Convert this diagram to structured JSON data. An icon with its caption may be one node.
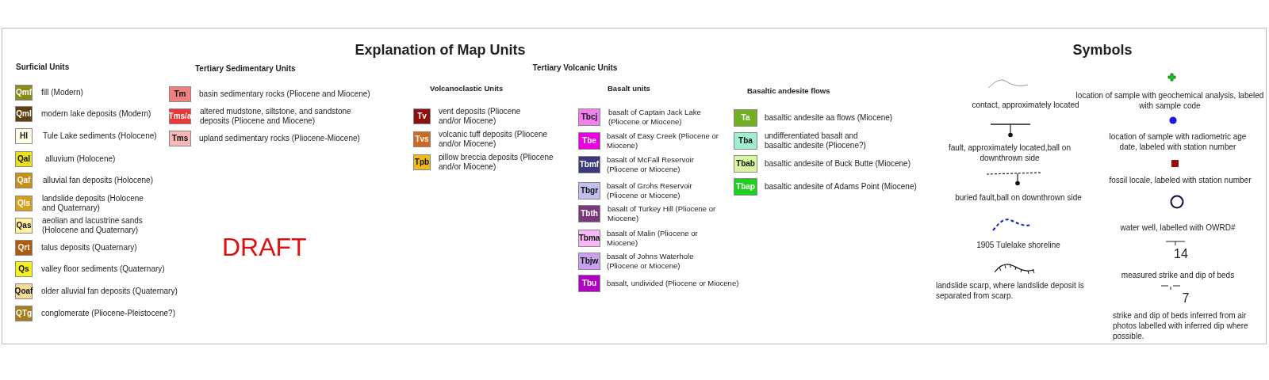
{
  "diagram": {
    "title": "Explanation of Map Units",
    "nodes": [
      {
        "text": [
          "Qmf"
        ],
        "beside": [
          "fill (Modern)"
        ]
      },
      {
        "text": [
          "Qml"
        ],
        "beside": [
          "modern lake deposits (Modern)"
        ]
      },
      {
        "text": [
          "Hl"
        ],
        "beside": [
          "Tule Lake sediments (Holocene)"
        ]
      },
      {
        "text": [
          "Qal"
        ],
        "beside": [
          "alluvium (Holocene)"
        ]
      },
      {
        "text": [
          "Qaf"
        ],
        "beside": [
          "alluvial fan deposits (Holocene)"
        ]
      },
      {
        "text": [
          "Qls"
        ],
        "beside": [
          "landslide deposits (Holocene and Quaternary)"
        ]
      },
      {
        "text": [
          "Qas"
        ],
        "beside": [
          "aeolian and lacustrine sands (Holocene and Quaternary)"
        ]
      },
      {
        "text": [
          "Qrt"
        ],
        "beside": [
          "talus deposits (Quaternary)"
        ]
      },
      {
        "text": [
          "Qs"
        ],
        "beside": [
          "valley floor sediments (Quaternary)"
        ]
      },
      {
        "text": [
          "Qoaf"
        ],
        "beside": [
          "older alluvial fan deposits (Quaternary)"
        ]
      },
      {
        "text": [
          "QTg"
        ],
        "beside": [
          "conglomerate (Pliocene-Pleistocene?)"
        ]
      },
      {
        "text": [
          "Tm"
        ],
        "beside": [
          "basin sedimentary rocks (Pliocene and Miocene)"
        ]
      },
      {
        "text": [
          "Tms/a"
        ],
        "beside": [
          "altered mudstone, siltstone, and sandstone deposits (Pliocene and Miocene)"
        ]
      },
      {
        "text": [
          "Tms"
        ],
        "beside": [
          "upland sedimentary rocks (Pliocene-Miocene)"
        ]
      },
      {
        "text": [
          "Tv"
        ],
        "beside": [
          "vent deposits (Pliocene and/or Miocene)"
        ]
      },
      {
        "text": [
          "Tvs"
        ],
        "beside": [
          "volcanic tuff deposits (Pliocene and/or Miocene)"
        ]
      },
      {
        "text": [
          "Tpb"
        ],
        "beside": [
          "pillow breccia deposits  (Pliocene and/or Miocene)"
        ]
      },
      {
        "text": [
          "Tbcj"
        ],
        "beside": [
          "basalt of Captain Jack Lake (Pliocene or Miocene)"
        ]
      },
      {
        "text": [
          "Tbe"
        ],
        "beside": [
          "basalt of Easy Creek (Pliocene or Miocene)"
        ]
      },
      {
        "text": [
          "Tbmf"
        ],
        "beside": [
          "basalt of McFall Reservoir (Pliocene or Miocene)"
        ]
      },
      {
        "text": [
          "Tbgr"
        ],
        "beside": [
          "basalt of Grohs Reservoir (Pliocene or Miocene)"
        ]
      },
      {
        "text": [
          "Tbth"
        ],
        "beside": [
          "basalt of Turkey Hill (Pliocene or Miocene)"
        ]
      },
      {
        "text": [
          "Tbma"
        ],
        "beside": [
          "basalt of Malin (Pliocene or Miocene)"
        ]
      },
      {
        "text": [
          "Tbjw"
        ],
        "beside": [
          "basalt of Johns Waterhole (Pliocene or Miocene)"
        ]
      },
      {
        "text": [
          "Tbu"
        ],
        "beside": [
          "basalt, undivided (Pliocene or Miocene)"
        ]
      },
      {
        "text": [
          "Ta"
        ],
        "beside": [
          "basaltic andesite aa flows (Miocene)"
        ]
      },
      {
        "text": [
          "Tba"
        ],
        "beside": [
          "undifferentiated basalt and basaltic andesite (Pliocene?)"
        ]
      },
      {
        "text": [
          "Tbab"
        ],
        "beside": [
          "basaltic andesite of Buck Butte (Miocene)"
        ]
      },
      {
        "text": [
          "Tbap"
        ],
        "beside": [
          "basaltic andesite of Adams Point (Miocene)"
        ]
      }
    ],
    "labels": [
      "Surficial Units",
      "Tertiary Sedimentary Units",
      "Tertiary Volcanic Units",
      "Volcanoclastic Units",
      "Basalt units",
      "Basaltic andesite flows",
      "DRAFT",
      "Symbols",
      "14",
      "7"
    ],
    "legend": [
      {
        "text": "contact, approximately located"
      },
      {
        "text": "fault, approximately located,ball on downthrown side"
      },
      {
        "text": "buried fault,ball on downthrown side"
      },
      {
        "text": "1905 Tulelake shoreline"
      },
      {
        "text": "landslide scarp, where landslide deposit is separated from scarp."
      },
      {
        "text": "location of sample with geochemical analysis, labeled with sample code"
      },
      {
        "text": "location of sample with radiometric age date, labeled with station number"
      },
      {
        "text": "fossil locale, labeled with station number"
      },
      {
        "text": "water well, labelled with OWRD#"
      },
      {
        "text": "measured strike and dip of beds"
      },
      {
        "text": "strike and dip of beds inferred from air photos labelled with inferred dip where possible."
      }
    ]
  }
}
